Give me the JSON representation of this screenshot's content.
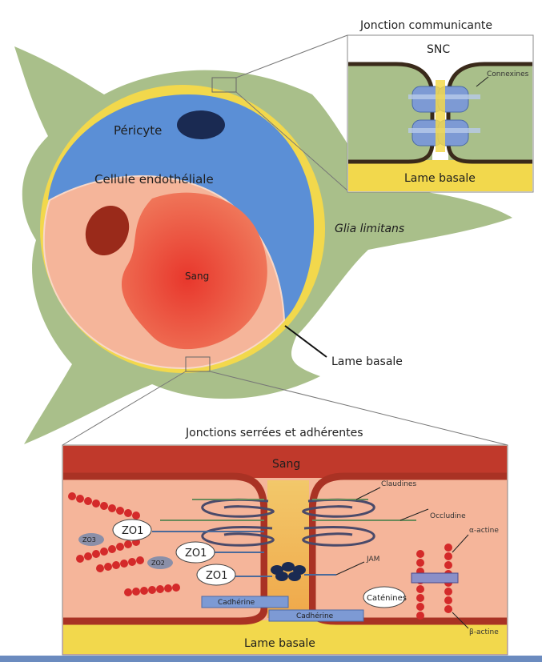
{
  "top_diagram": {
    "pericyte": "Péricyte",
    "endothelial_cell": "Cellule endothéliale",
    "blood": "Sang",
    "glia": "Glia limitans",
    "basal_lamina": "Lame basale"
  },
  "gap_junction": {
    "title": "Jonction communicante",
    "cns": "SNC",
    "connexins": "Connexines",
    "basal_lamina": "Lame basale"
  },
  "tight_junction": {
    "title": "Jonctions serrées et adhérentes",
    "blood": "Sang",
    "claudins": "Claudines",
    "occludin": "Occludine",
    "zo1": "ZO1",
    "zo2": "ZO2",
    "zo3": "ZO3",
    "jam": "JAM",
    "cadherin": "Cadhérine",
    "catenins": "Caténines",
    "alpha_actinin": "α-actine",
    "beta_actin": "β-actine",
    "basal_lamina": "Lame basale"
  },
  "colors": {
    "glia": "#a9bf8a",
    "basal_lamina": "#f2d84c",
    "pericyte": "#5b8fd6",
    "pericyte_nucleus": "#1a2a52",
    "endothelium": "#f5b59a",
    "blood": "#e0453a",
    "endo_nucleus": "#9a2a1a",
    "blood_band": "#c0392b"
  }
}
